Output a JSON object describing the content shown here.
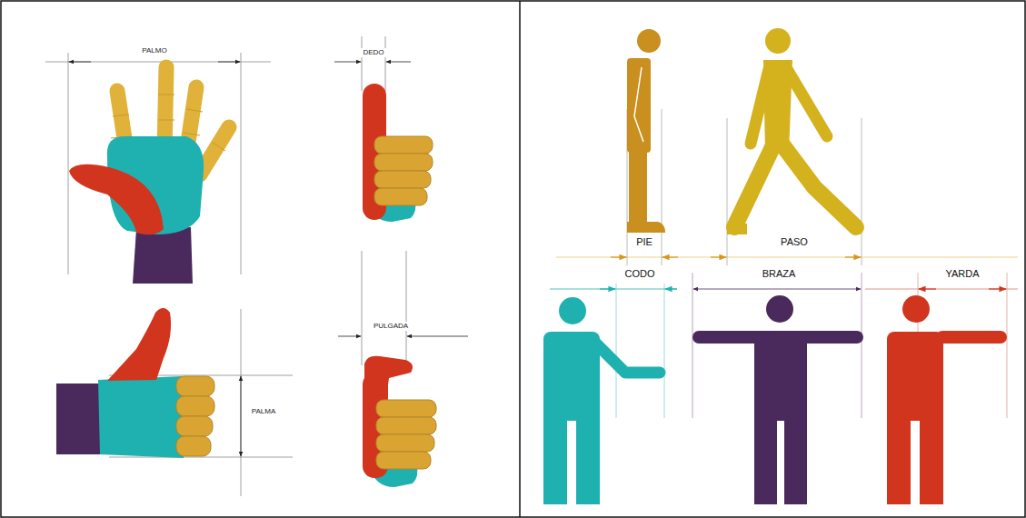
{
  "diagram": {
    "labels": [
      "PALMO",
      "DEDO",
      "PULGADA",
      "PALMA",
      "PIE",
      "PASO",
      "CODO",
      "BRAZA",
      "YARDA"
    ]
  }
}
